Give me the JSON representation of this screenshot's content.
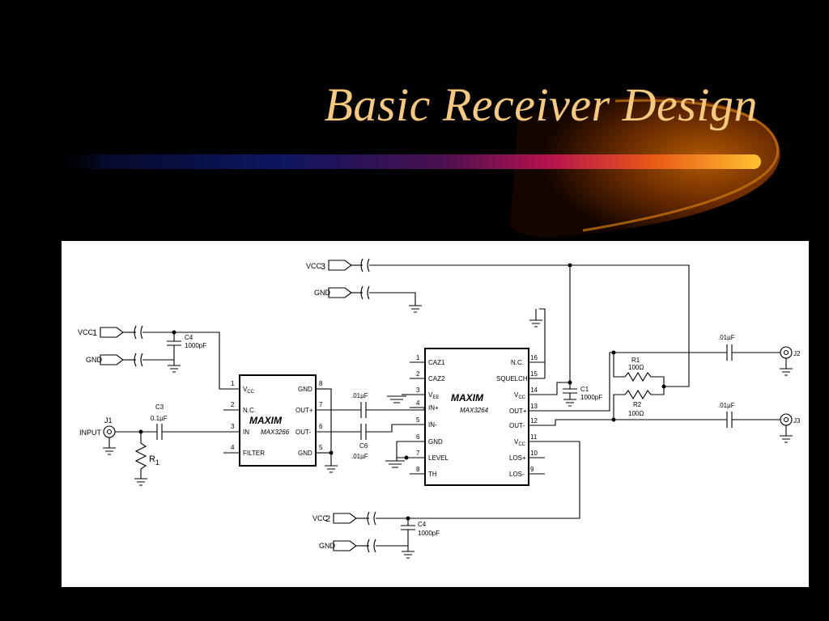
{
  "slide": {
    "title": "Basic Receiver Design",
    "colors": {
      "background": "#000000",
      "title": "#f7c97c",
      "panel": "#ffffff",
      "accent_orange": "#ff9a1a",
      "accent_red": "#c4155a",
      "accent_blue": "#0c1a5e"
    }
  },
  "schematic": {
    "chip1": {
      "part": "MAX3266",
      "logo": "MAXIM",
      "pins": [
        {
          "num": "1",
          "name": "V",
          "sub": "CC"
        },
        {
          "num": "2",
          "name": "N.C."
        },
        {
          "num": "3",
          "name": "IN"
        },
        {
          "num": "4",
          "name": "FILTER"
        },
        {
          "num": "8",
          "name": "GND"
        },
        {
          "num": "7",
          "name": "OUT+"
        },
        {
          "num": "6",
          "name": "OUT-"
        },
        {
          "num": "5",
          "name": "GND"
        }
      ]
    },
    "chip2": {
      "part": "MAX3264",
      "logo": "MAXIM",
      "pins": [
        {
          "num": "1",
          "name": "CAZ1"
        },
        {
          "num": "2",
          "name": "CAZ2"
        },
        {
          "num": "3",
          "name": "V",
          "sub": "EE"
        },
        {
          "num": "4",
          "name": "IN+"
        },
        {
          "num": "5",
          "name": "IN-"
        },
        {
          "num": "6",
          "name": "GND"
        },
        {
          "num": "7",
          "name": "LEVEL"
        },
        {
          "num": "8",
          "name": "TH"
        },
        {
          "num": "16",
          "name": "N.C."
        },
        {
          "num": "15",
          "name": "SQUELCH"
        },
        {
          "num": "14",
          "name": "V",
          "sub": "CC"
        },
        {
          "num": "13",
          "name": "OUT+"
        },
        {
          "num": "12",
          "name": "OUT-"
        },
        {
          "num": "11",
          "name": "V",
          "sub": "CC"
        },
        {
          "num": "10",
          "name": "LOS+"
        },
        {
          "num": "9",
          "name": "LOS-"
        }
      ]
    },
    "connectors": {
      "vcc1": {
        "label": "VCC",
        "num": "1"
      },
      "vcc2": {
        "label": "VCC",
        "num": "2"
      },
      "vcc3": {
        "label": "VCC",
        "num": "3"
      },
      "gnd": "GND",
      "input": "INPUT",
      "j1": "J1",
      "j2": "J2",
      "j3": "J3"
    },
    "components": {
      "c4_top": {
        "name": "C4",
        "value": "1000pF"
      },
      "c3": {
        "name": "C3",
        "value": "0.1µF"
      },
      "r1_left": {
        "name": "R",
        "sub": "1"
      },
      "c5": {
        "value": ".01µF"
      },
      "c6": {
        "name": "C6",
        "value": ".01µF"
      },
      "c1": {
        "name": "C1",
        "value": "1000pF"
      },
      "r1_right": {
        "name": "R1",
        "value": "100Ω"
      },
      "r2_right": {
        "name": "R2",
        "value": "100Ω"
      },
      "c_j2": {
        "value": ".01µF"
      },
      "c_j3": {
        "value": ".01µF"
      },
      "c4_bottom": {
        "name": "C4",
        "value": "1000pF"
      }
    }
  }
}
